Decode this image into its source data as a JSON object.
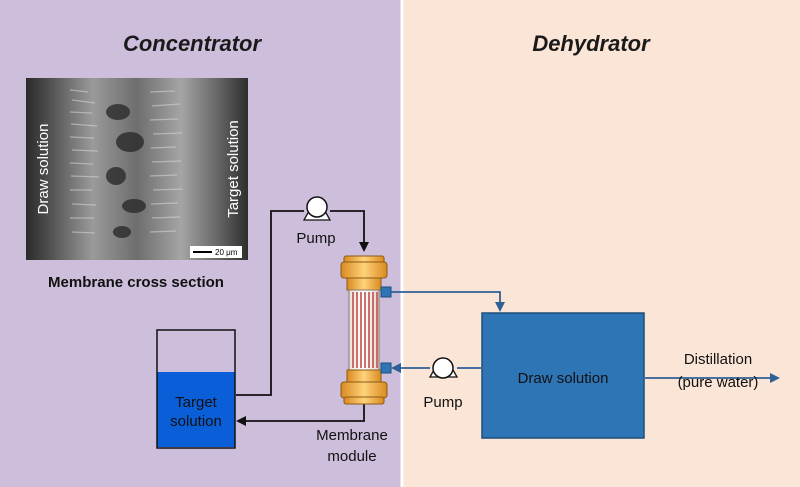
{
  "concentrator": {
    "title": "Concentrator",
    "sem_image": {
      "left_label": "Draw solution",
      "right_label": "Target solution",
      "scale_bar": "20 μm"
    },
    "image_caption": "Membrane cross section",
    "pump_label": "Pump",
    "tank_label_line1": "Target",
    "tank_label_line2": "solution",
    "module_label_line1": "Membrane",
    "module_label_line2": "module"
  },
  "dehydrator": {
    "title": "Dehydrator",
    "tank_label": "Draw solution",
    "pump_label": "Pump",
    "output_label_line1": "Distillation",
    "output_label_line2": "(pure water)"
  },
  "colors": {
    "concentrator_bg": "#cdbfdc",
    "dehydrator_bg": "#fbe5d6",
    "target_liquid": "#0a5fd9",
    "draw_tank": "#2e75b6",
    "flow_line": "#2e5f96",
    "module_caps": "#f2a93c",
    "membrane_fibers": "#c0504d"
  }
}
